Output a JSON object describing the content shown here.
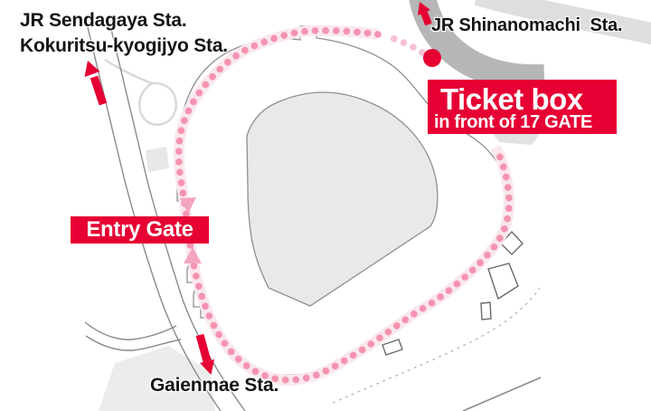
{
  "title": "Stadium access map",
  "labels": {
    "sendagaya_line1": "JR Sendagaya Sta.",
    "sendagaya_line2": "Kokuritsu-kyogijyo Sta.",
    "shinanomachi": "JR Shinanomachi  Sta.",
    "gaienmae": "Gaienmae Sta."
  },
  "badges": {
    "ticket_box_title": "Ticket box",
    "ticket_box_subtitle": "in front of 17 GATE",
    "entry_gate": "Entry Gate"
  },
  "icons": {
    "route_dots": "pink-dotted-walking-route",
    "route_arrowheads": "pink-route-arrowhead-triangles",
    "ticket_location": "red-dot-location-marker",
    "station_arrows": "red-direction-arrows"
  },
  "colors": {
    "accent_red": "#e60033",
    "route_pink": "#f593af",
    "route_pink_faded": "#f6c2d2",
    "route_halo": "#f9e8ee",
    "stadium_fill": "#e9e9e9",
    "map_line": "#8f8f8f",
    "road_dark": "#b6b6b6",
    "road_light": "#dedede",
    "block_gray": "#ececec",
    "label_ink": "#151515"
  }
}
